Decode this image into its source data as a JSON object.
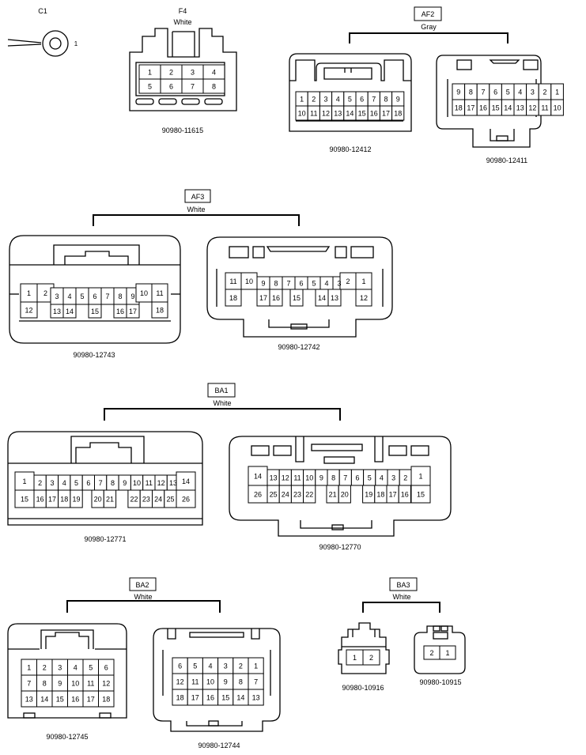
{
  "connectors": [
    {
      "id": "c1",
      "title": "C1",
      "pin_label": "1"
    },
    {
      "id": "f4",
      "title": "F4",
      "color": "White",
      "parts": [
        "90980-11615"
      ]
    },
    {
      "id": "af2",
      "title": "AF2",
      "color": "Gray",
      "parts": [
        "90980-12412",
        "90980-12411"
      ]
    },
    {
      "id": "af3",
      "title": "AF3",
      "color": "White",
      "parts": [
        "90980-12743",
        "90980-12742"
      ]
    },
    {
      "id": "ba1",
      "title": "BA1",
      "color": "White",
      "parts": [
        "90980-12771",
        "90980-12770"
      ]
    },
    {
      "id": "ba2",
      "title": "BA2",
      "color": "White",
      "parts": [
        "90980-12745",
        "90980-12744"
      ]
    },
    {
      "id": "ba3",
      "title": "BA3",
      "color": "White",
      "parts": [
        "90980-10916",
        "90980-10915"
      ]
    }
  ],
  "cells": {
    "f4": [
      [
        "1",
        "2",
        "3",
        "4"
      ],
      [
        "5",
        "6",
        "7",
        "8"
      ]
    ],
    "af2a": [
      [
        "1",
        "2",
        "3",
        "4",
        "5",
        "6",
        "7",
        "8",
        "9"
      ],
      [
        "10",
        "11",
        "12",
        "13",
        "14",
        "15",
        "16",
        "17",
        "18"
      ]
    ],
    "af2b": [
      [
        "9",
        "8",
        "7",
        "6",
        "5",
        "4",
        "3",
        "2",
        "1"
      ],
      [
        "18",
        "17",
        "16",
        "15",
        "14",
        "13",
        "12",
        "11",
        "10"
      ]
    ],
    "af3a_top": [
      "1",
      "2",
      "3",
      "4",
      "5",
      "6",
      "7",
      "8",
      "9",
      "10",
      "11"
    ],
    "af3a_bottom": [
      "12",
      "13",
      "14",
      "15",
      "16",
      "17",
      "18"
    ],
    "af3b_top": [
      "11",
      "10",
      "9",
      "8",
      "7",
      "6",
      "5",
      "4",
      "3",
      "2",
      "1"
    ],
    "af3b_bottom": [
      "18",
      "17",
      "16",
      "15",
      "14",
      "13",
      "12"
    ],
    "ba1a_top": [
      "1",
      "2",
      "3",
      "4",
      "5",
      "6",
      "7",
      "8",
      "9",
      "10",
      "11",
      "12",
      "13",
      "14"
    ],
    "ba1a_bottom": [
      "15",
      "16",
      "17",
      "18",
      "19",
      "20",
      "21",
      "22",
      "23",
      "24",
      "25",
      "26"
    ],
    "ba1b_top": [
      "14",
      "13",
      "12",
      "11",
      "10",
      "9",
      "8",
      "7",
      "6",
      "5",
      "4",
      "3",
      "2",
      "1"
    ],
    "ba1b_bottom": [
      "26",
      "25",
      "24",
      "23",
      "22",
      "21",
      "20",
      "19",
      "18",
      "17",
      "16",
      "15"
    ],
    "ba2a": [
      [
        "1",
        "2",
        "3",
        "4",
        "5",
        "6"
      ],
      [
        "7",
        "8",
        "9",
        "10",
        "11",
        "12"
      ],
      [
        "13",
        "14",
        "15",
        "16",
        "17",
        "18"
      ]
    ],
    "ba2b": [
      [
        "6",
        "5",
        "4",
        "3",
        "2",
        "1"
      ],
      [
        "12",
        "11",
        "10",
        "9",
        "8",
        "7"
      ],
      [
        "18",
        "17",
        "16",
        "15",
        "14",
        "13"
      ]
    ],
    "ba3a": [
      "1",
      "2"
    ],
    "ba3b": [
      "2",
      "1"
    ]
  }
}
